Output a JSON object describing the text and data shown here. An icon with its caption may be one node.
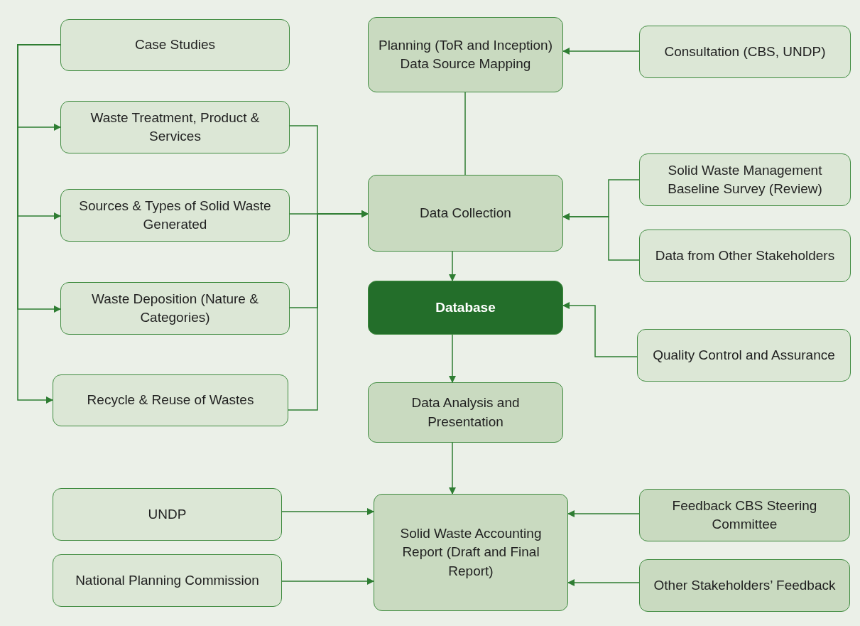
{
  "diagram": {
    "nodes": [
      {
        "text": [
          "Case Studies"
        ]
      },
      {
        "text": [
          "Waste Treatment, Product & Services"
        ]
      },
      {
        "text": [
          "Sources & Types of Solid Waste Generated"
        ]
      },
      {
        "text": [
          "Waste Deposition (Nature & Categories)"
        ]
      },
      {
        "text": [
          "Recycle & Reuse of Wastes"
        ]
      },
      {
        "text": [
          "Planning (ToR and Inception) Data Source Mapping"
        ]
      },
      {
        "text": [
          "Consultation (CBS, UNDP)"
        ]
      },
      {
        "text": [
          "Data Collection"
        ]
      },
      {
        "text": [
          "Solid Waste Management Baseline Survey (Review)"
        ]
      },
      {
        "text": [
          "Data from Other Stakeholders"
        ]
      },
      {
        "text": [
          "Database"
        ]
      },
      {
        "text": [
          "Quality Control and Assurance"
        ]
      },
      {
        "text": [
          "Data Analysis and Presentation"
        ]
      },
      {
        "text": [
          "UNDP"
        ]
      },
      {
        "text": [
          "National Planning Commission"
        ]
      },
      {
        "text": [
          "Solid Waste Accounting Report (Draft and Final Report)"
        ]
      },
      {
        "text": [
          "Feedback CBS Steering Committee"
        ]
      },
      {
        "text": [
          "Other Stakeholders’ Feedback"
        ]
      }
    ],
    "edges": [
      {
        "from": 0,
        "to": 1,
        "arrow": "to"
      },
      {
        "from": 0,
        "to": 2,
        "arrow": "to"
      },
      {
        "from": 0,
        "to": 3,
        "arrow": "to"
      },
      {
        "from": 0,
        "to": 4,
        "arrow": "to"
      },
      {
        "from": 1,
        "to": 7,
        "arrow": "to"
      },
      {
        "from": 2,
        "to": 7,
        "arrow": "to"
      },
      {
        "from": 3,
        "to": 7,
        "arrow": "to"
      },
      {
        "from": 4,
        "to": 7,
        "arrow": "to"
      },
      {
        "from": 6,
        "to": 5,
        "arrow": "to"
      },
      {
        "from": 5,
        "to": 7,
        "arrow": "none"
      },
      {
        "from": 8,
        "to": 7,
        "arrow": "to"
      },
      {
        "from": 9,
        "to": 7,
        "arrow": "to"
      },
      {
        "from": 7,
        "to": 10,
        "arrow": "to"
      },
      {
        "from": 11,
        "to": 10,
        "arrow": "to"
      },
      {
        "from": 10,
        "to": 12,
        "arrow": "to"
      },
      {
        "from": 12,
        "to": 15,
        "arrow": "to"
      },
      {
        "from": 13,
        "to": 15,
        "arrow": "to"
      },
      {
        "from": 14,
        "to": 15,
        "arrow": "to"
      },
      {
        "from": 16,
        "to": 15,
        "arrow": "to"
      },
      {
        "from": 17,
        "to": 15,
        "arrow": "to"
      }
    ]
  }
}
